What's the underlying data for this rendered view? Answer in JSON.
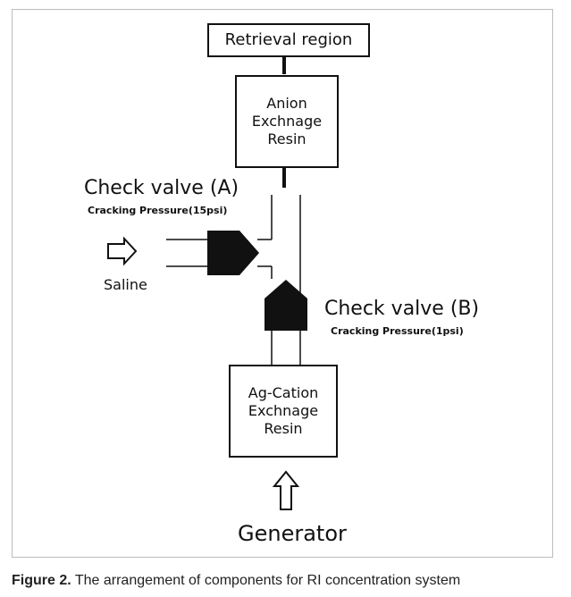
{
  "diagram": {
    "retrieval_region": "Retrieval region",
    "anion_resin": "Anion\nExchnage\nResin",
    "cation_resin": "Ag-Cation\nExchnage\nResin",
    "check_valve_a": {
      "title": "Check valve (A)",
      "subtitle": "Cracking Pressure(15psi)"
    },
    "check_valve_b": {
      "title": "Check valve (B)",
      "subtitle": "Cracking Pressure(1psi)"
    },
    "saline": "Saline",
    "generator": "Generator"
  },
  "caption": {
    "label": "Figure 2.",
    "text": " The arrangement of components for RI concentration system"
  },
  "colors": {
    "line": "#111111",
    "frame": "#bdbdbd"
  }
}
